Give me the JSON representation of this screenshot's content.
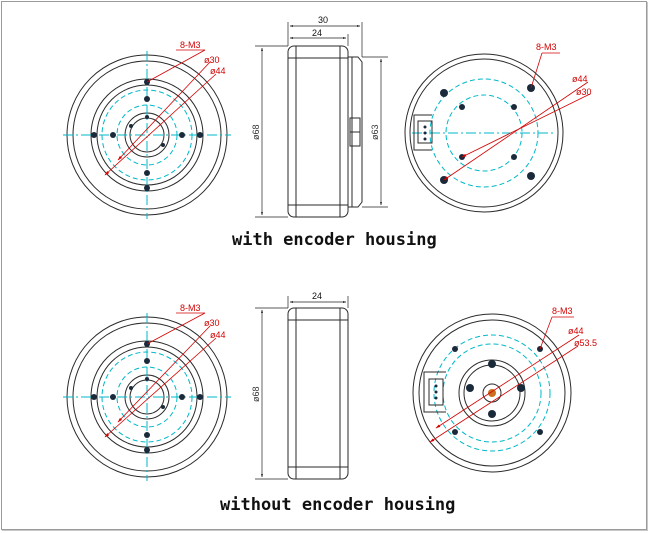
{
  "sections": [
    {
      "caption": "with encoder housing",
      "front": {
        "holes": "8-M3",
        "d1": "ø30",
        "d2": "ø44"
      },
      "side": {
        "width_total": "30",
        "width_body": "24",
        "dia_left": "ø68",
        "dia_right": "ø63"
      },
      "rear": {
        "holes": "8-M3",
        "d1": "ø44",
        "d2": "ø30"
      }
    },
    {
      "caption": "without encoder housing",
      "front": {
        "holes": "8-M3",
        "d1": "ø30",
        "d2": "ø44"
      },
      "side": {
        "width_body": "24",
        "dia_left": "ø68"
      },
      "rear": {
        "holes": "8-M3",
        "d1": "ø44",
        "d2": "ø53.5"
      }
    }
  ],
  "colors": {
    "outline": "#2a2a2a",
    "dimension": "#d40000",
    "centerline": "#00b8c8"
  }
}
